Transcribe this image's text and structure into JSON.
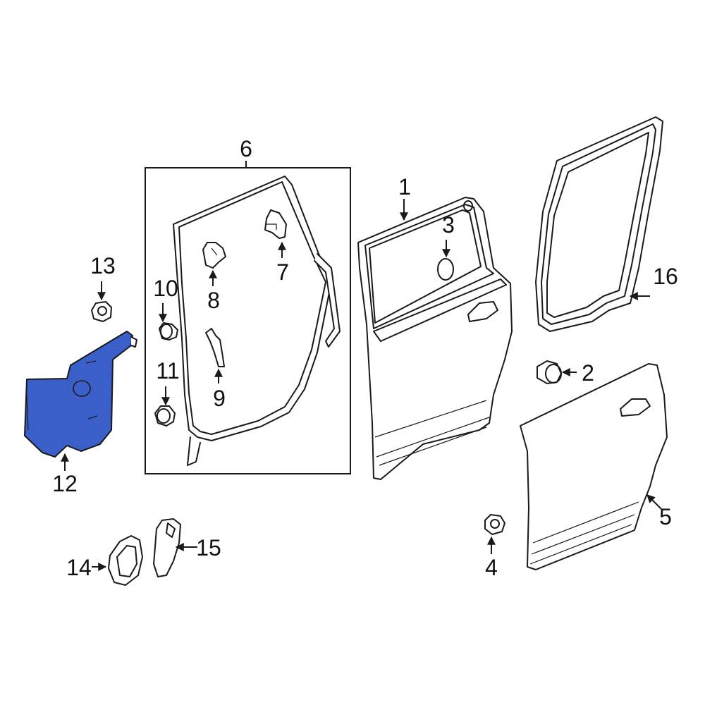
{
  "diagram": {
    "highlight_color": "#3a5fc8",
    "callouts": {
      "c1": "1",
      "c2": "2",
      "c3": "3",
      "c4": "4",
      "c5": "5",
      "c6": "6",
      "c7": "7",
      "c8": "8",
      "c9": "9",
      "c10": "10",
      "c11": "11",
      "c12": "12",
      "c13": "13",
      "c14": "14",
      "c15": "15",
      "c16": "16"
    }
  }
}
